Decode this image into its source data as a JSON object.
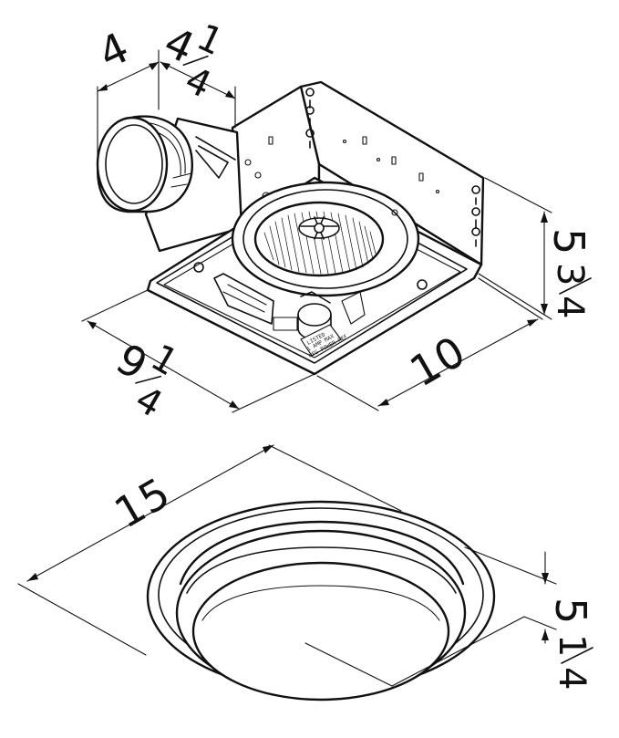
{
  "dimensions": {
    "duct_diameter": "4",
    "duct_offset_whole": "4",
    "duct_offset_num": "1",
    "duct_offset_den": "4",
    "height_whole": "5",
    "height_num": "3",
    "height_den": "4",
    "width_whole": "9",
    "width_num": "1",
    "width_den": "4",
    "depth": "10",
    "grille_diameter": "15",
    "grille_height_whole": "5",
    "grille_height_num": "1",
    "grille_height_den": "4"
  },
  "label_text": {
    "line1": "LISTED",
    "line2": "1 AMP MAX",
    "line3": "MFG POWER REF"
  },
  "colors": {
    "line": "#111111",
    "background": "#ffffff"
  }
}
